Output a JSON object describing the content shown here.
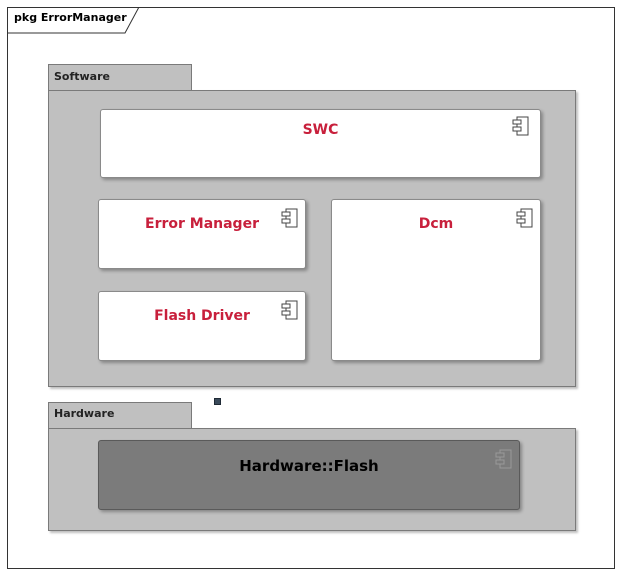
{
  "frame": {
    "label": "pkg ErrorManager"
  },
  "packages": {
    "software": {
      "label": "Software"
    },
    "hardware": {
      "label": "Hardware"
    }
  },
  "components": {
    "swc": {
      "name": "SWC"
    },
    "error_manager": {
      "name": "Error Manager"
    },
    "dcm": {
      "name": "Dcm"
    },
    "flash_driver": {
      "name": "Flash Driver"
    },
    "hardware_flash": {
      "name": "Hardware::Flash"
    }
  },
  "icons": {
    "component": "component-icon"
  },
  "colors": {
    "component_name": "#c8203c",
    "package_fill": "#c0c0c0",
    "hardware_component_fill": "#7b7b7b"
  }
}
